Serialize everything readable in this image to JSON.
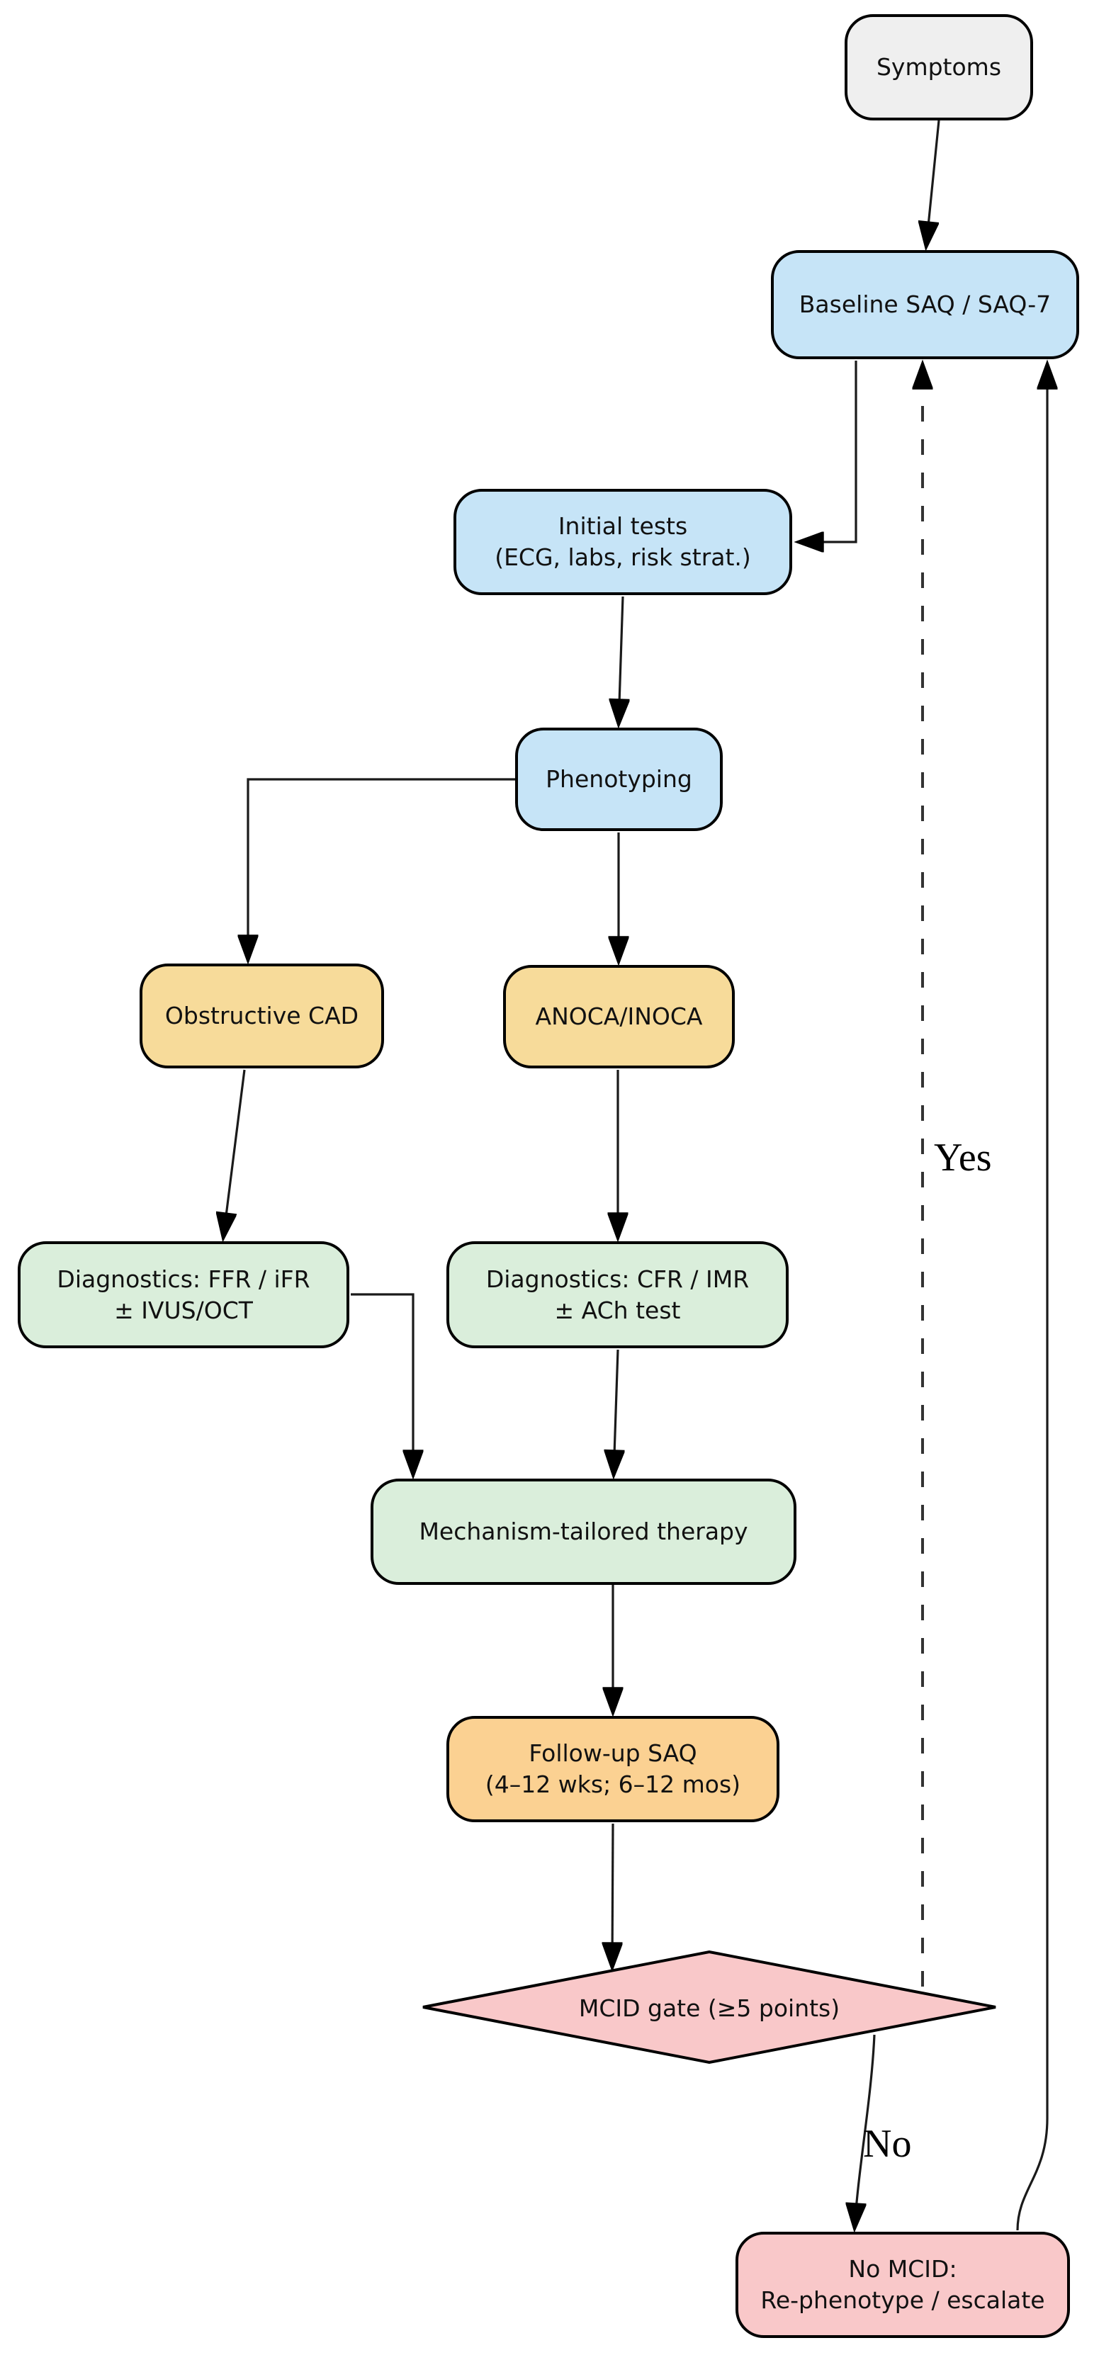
{
  "diagram": {
    "nodes": {
      "symptoms": {
        "label": "Symptoms",
        "fill": "#efefef"
      },
      "baseline_saq": {
        "label": "Baseline SAQ / SAQ-7",
        "fill": "#c6e4f7"
      },
      "initial_tests": {
        "label": "Initial tests\n(ECG, labs, risk strat.)",
        "fill": "#c6e4f7"
      },
      "phenotyping": {
        "label": "Phenotyping",
        "fill": "#c6e4f7"
      },
      "obstructive_cad": {
        "label": "Obstructive CAD",
        "fill": "#f7db9a"
      },
      "anoca_inoca": {
        "label": "ANOCA/INOCA",
        "fill": "#f7db9a"
      },
      "diagnostics_ffr": {
        "label": "Diagnostics: FFR / iFR\n± IVUS/OCT",
        "fill": "#daeedb"
      },
      "diagnostics_cfr": {
        "label": "Diagnostics: CFR / IMR\n± ACh test",
        "fill": "#daeedb"
      },
      "mechanism_therapy": {
        "label": "Mechanism-tailored therapy",
        "fill": "#daeedb"
      },
      "followup_saq": {
        "label": "Follow-up SAQ\n(4–12 wks; 6–12 mos)",
        "fill": "#fbd192"
      },
      "mcid_gate": {
        "label": "MCID gate (≥5 points)",
        "fill": "#f9c8c9"
      },
      "no_mcid": {
        "label": "No MCID:\nRe-phenotype / escalate",
        "fill": "#f9c8c9"
      }
    },
    "edge_labels": {
      "yes": "Yes",
      "no": "No"
    },
    "colors": {
      "edge": "#1a1a1a",
      "node_border": "#000000",
      "background": "#ffffff"
    }
  }
}
